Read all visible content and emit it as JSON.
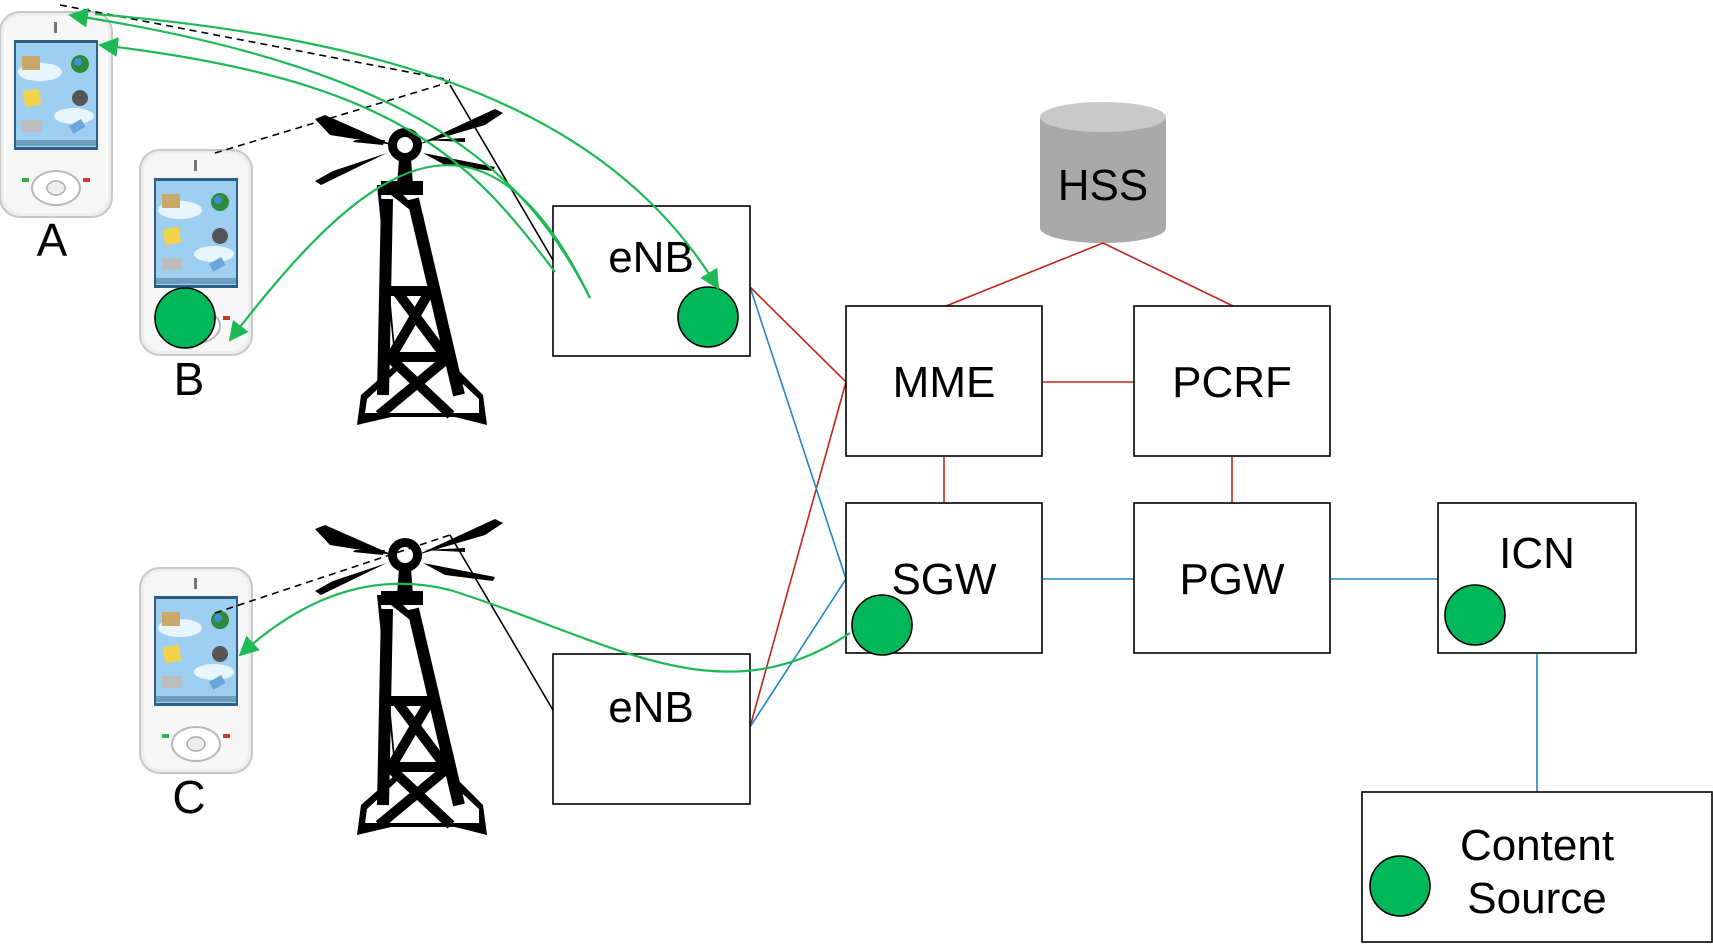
{
  "phones": [
    {
      "label": "A"
    },
    {
      "label": "B"
    },
    {
      "label": "C"
    }
  ],
  "nodes": {
    "enb_top": "eNB",
    "enb_bottom": "eNB",
    "hss": "HSS",
    "mme": "MME",
    "pcrf": "PCRF",
    "sgw": "SGW",
    "pgw": "PGW",
    "icn": "ICN"
  },
  "legend": {
    "line1": "Content",
    "line2": "Source"
  },
  "colors": {
    "control_link": "#c0261c",
    "data_link": "#1f86c8",
    "flow_arrow": "#1db954",
    "content_source": "#00b85a"
  }
}
